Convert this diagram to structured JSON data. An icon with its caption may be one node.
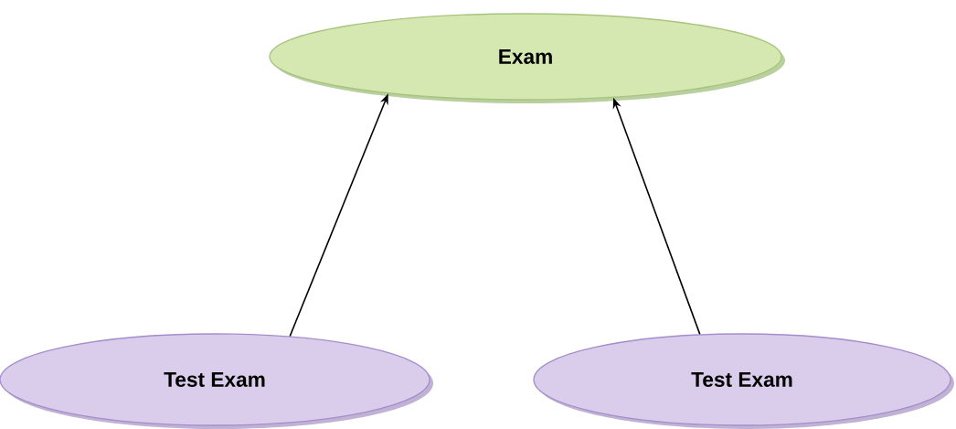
{
  "diagram": {
    "nodes": [
      {
        "text": [
          "Exam"
        ]
      },
      {
        "text": [
          "Test Exam"
        ]
      },
      {
        "text": [
          "Test Exam"
        ]
      }
    ],
    "edges": [
      {
        "from": 1,
        "to": 0,
        "arrow": "to"
      },
      {
        "from": 2,
        "to": 0,
        "arrow": "to"
      }
    ]
  }
}
